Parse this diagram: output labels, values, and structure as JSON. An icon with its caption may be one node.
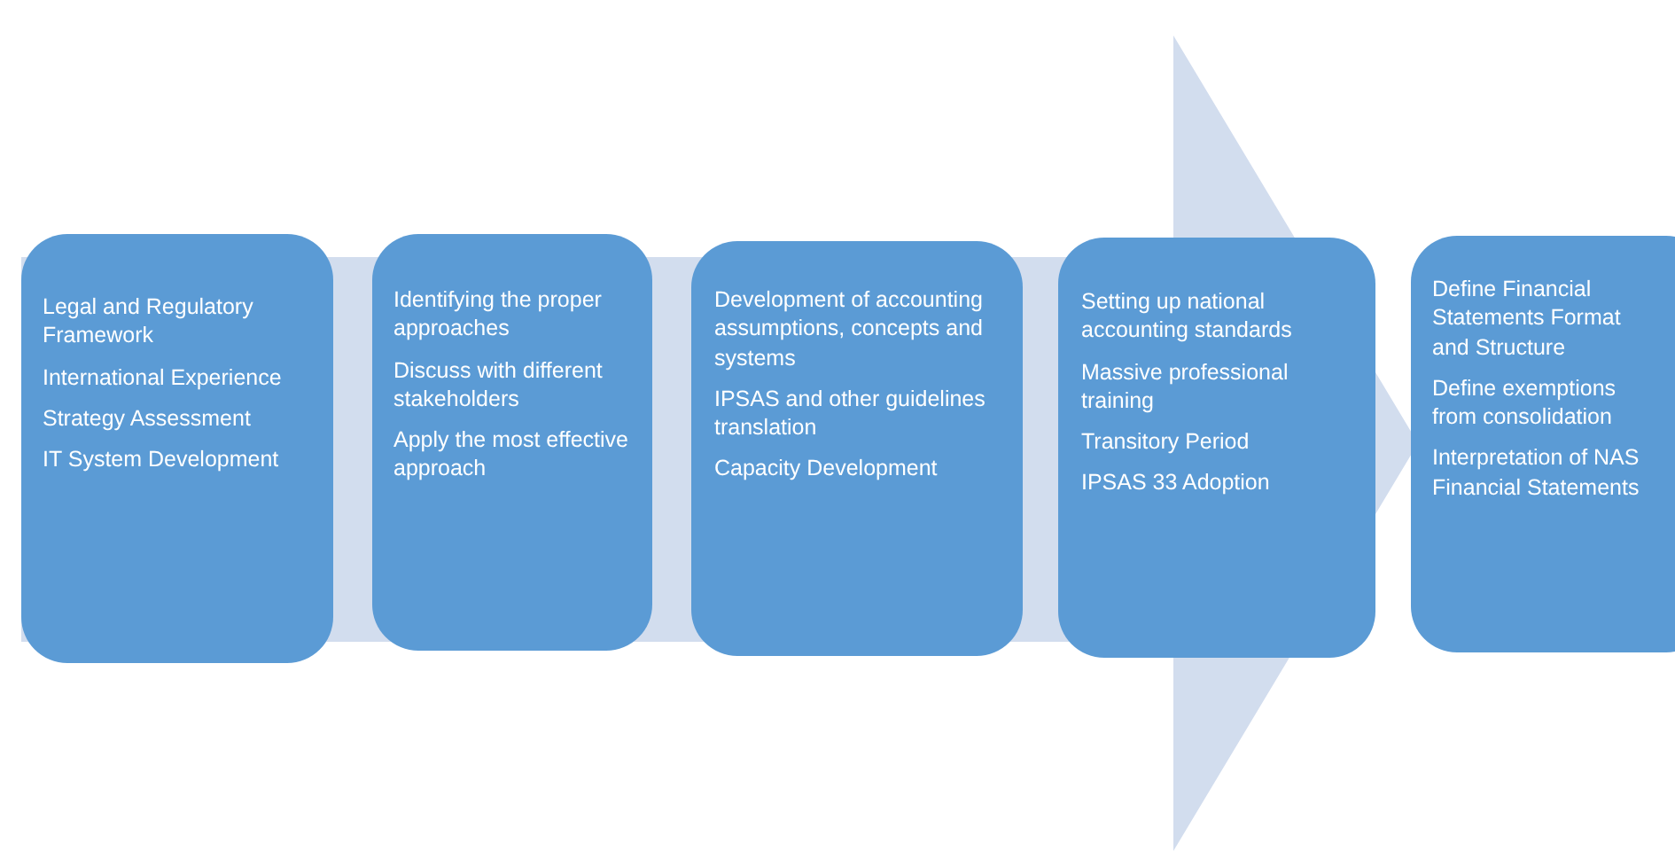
{
  "diagram": {
    "nodes": [
      {
        "text": [
          "Legal and Regulatory Framework",
          "International Experience",
          "Strategy Assessment",
          "IT System Development"
        ]
      },
      {
        "text": [
          "Identifying the proper approaches",
          "Discuss with different stakeholders",
          "Apply the most effective approach"
        ]
      },
      {
        "text": [
          "Development of accounting assumptions, concepts and systems",
          "IPSAS and other guidelines translation",
          "Capacity Development"
        ]
      },
      {
        "text": [
          "Setting up national accounting standards",
          "Massive professional training",
          "Transitory Period",
          "IPSAS 33 Adoption"
        ]
      },
      {
        "text": [
          "Define Financial Statements Format and Structure",
          "Define exemptions from consolidation",
          "Interpretation of NAS Financial Statements"
        ]
      }
    ],
    "edges": [
      {
        "from": 0,
        "to": 4,
        "arrow": "to"
      }
    ]
  }
}
